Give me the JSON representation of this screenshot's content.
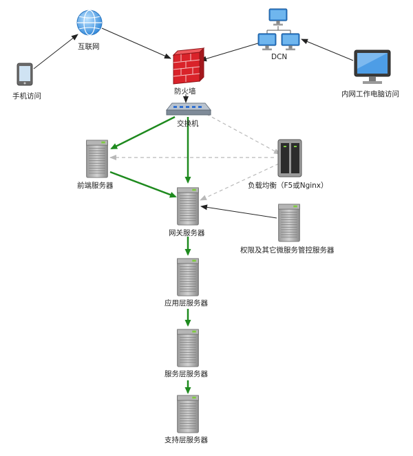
{
  "nodes": {
    "mobile": {
      "label": "手机访问",
      "icon": "mobile-phone-icon"
    },
    "internet": {
      "label": "互联网",
      "icon": "globe-icon"
    },
    "firewall": {
      "label": "防火墙",
      "icon": "firewall-icon"
    },
    "dcn": {
      "label": "DCN",
      "icon": "network-computers-icon"
    },
    "intranet_pc": {
      "label": "内网工作电脑访问",
      "icon": "monitor-icon"
    },
    "switch": {
      "label": "交换机",
      "icon": "switch-icon"
    },
    "frontend": {
      "label": "前端服务器",
      "icon": "server-icon"
    },
    "load_balancer": {
      "label": "负载均衡（F5或Nginx）",
      "icon": "storage-server-icon"
    },
    "gateway": {
      "label": "网关服务器",
      "icon": "server-icon"
    },
    "auth": {
      "label": "权限及其它微服务管控服务器",
      "icon": "server-icon"
    },
    "app_layer": {
      "label": "应用层服务器",
      "icon": "server-icon"
    },
    "service_layer": {
      "label": "服务层服务器",
      "icon": "server-icon"
    },
    "support_layer": {
      "label": "支持层服务器",
      "icon": "server-icon"
    }
  },
  "edges": [
    {
      "from": "mobile",
      "to": "internet",
      "style": "solid-black"
    },
    {
      "from": "internet",
      "to": "firewall",
      "style": "solid-black"
    },
    {
      "from": "dcn",
      "to": "firewall",
      "style": "solid-black"
    },
    {
      "from": "intranet_pc",
      "to": "dcn",
      "style": "solid-black"
    },
    {
      "from": "firewall",
      "to": "switch",
      "style": "solid-black"
    },
    {
      "from": "switch",
      "to": "frontend",
      "style": "green"
    },
    {
      "from": "switch",
      "to": "gateway",
      "style": "green"
    },
    {
      "from": "frontend",
      "to": "gateway",
      "style": "green"
    },
    {
      "from": "switch",
      "to": "load_balancer",
      "style": "dashed-gray"
    },
    {
      "from": "load_balancer",
      "to": "frontend",
      "style": "dashed-gray"
    },
    {
      "from": "load_balancer",
      "to": "gateway",
      "style": "dashed-gray"
    },
    {
      "from": "auth",
      "to": "gateway",
      "style": "solid-black"
    },
    {
      "from": "gateway",
      "to": "app_layer",
      "style": "green"
    },
    {
      "from": "app_layer",
      "to": "service_layer",
      "style": "green"
    },
    {
      "from": "service_layer",
      "to": "support_layer",
      "style": "green"
    }
  ],
  "colors": {
    "green_edge": "#1e8a1e",
    "dashed_edge": "#b9b9b9",
    "black_edge": "#222222",
    "firewall": "#d9232a"
  }
}
